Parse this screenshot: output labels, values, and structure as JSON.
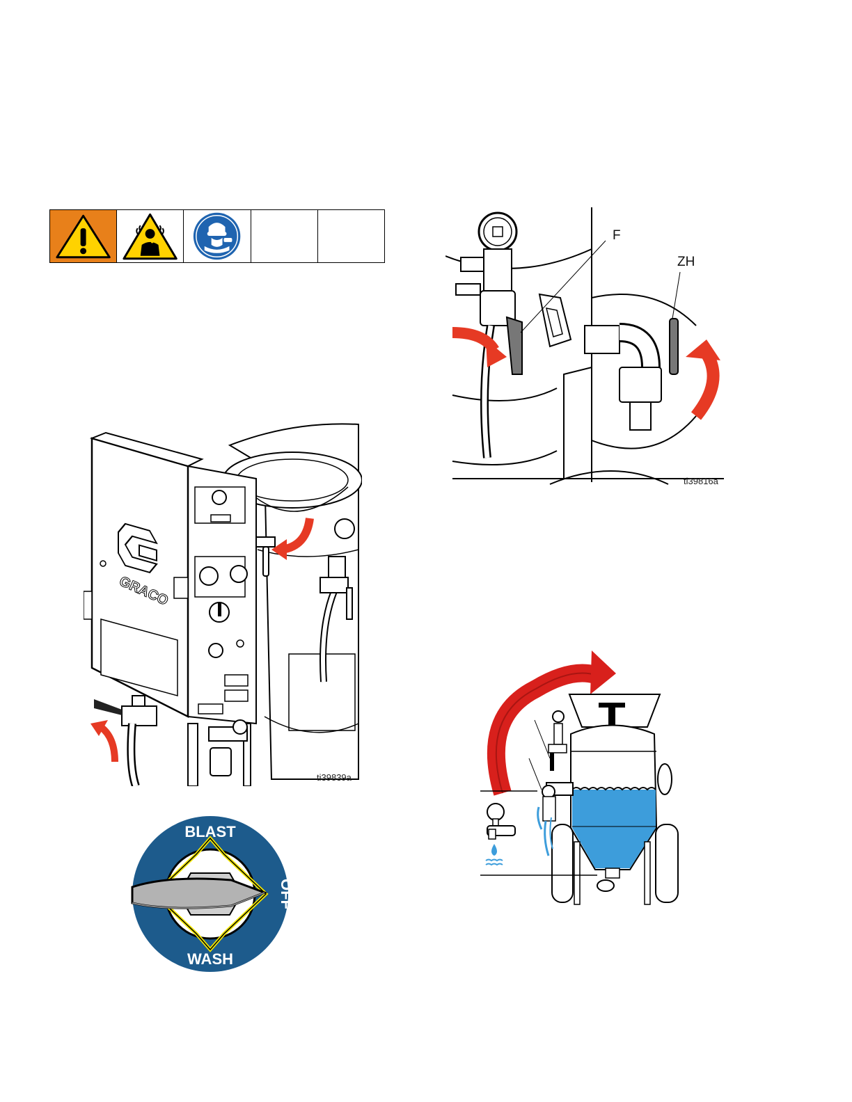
{
  "warning_strip": {
    "icons": [
      "general-warning-icon",
      "toxic-fumes-warning-icon",
      "wear-protective-equipment-icon"
    ],
    "colors": {
      "warning_orange": "#e8801a",
      "mandatory_blue": "#1f64b0"
    }
  },
  "figure_blast_system": {
    "logo_text": "GRACO",
    "image_id": "ti39839a"
  },
  "figure_valves": {
    "callout_f": "F",
    "callout_zh": "ZH",
    "image_id": "ti39816a",
    "arrow_color": "#e63a24"
  },
  "selector_knob": {
    "top_label": "BLAST",
    "right_label": "OFF",
    "bottom_label": "WASH",
    "colors": {
      "ring": "#1d5b8c",
      "handle": "#b3b3b3",
      "accent": "#f2e600"
    }
  },
  "figure_water_fill": {
    "water_color": "#3d9ddb",
    "arrow_color": "#d8201c"
  }
}
